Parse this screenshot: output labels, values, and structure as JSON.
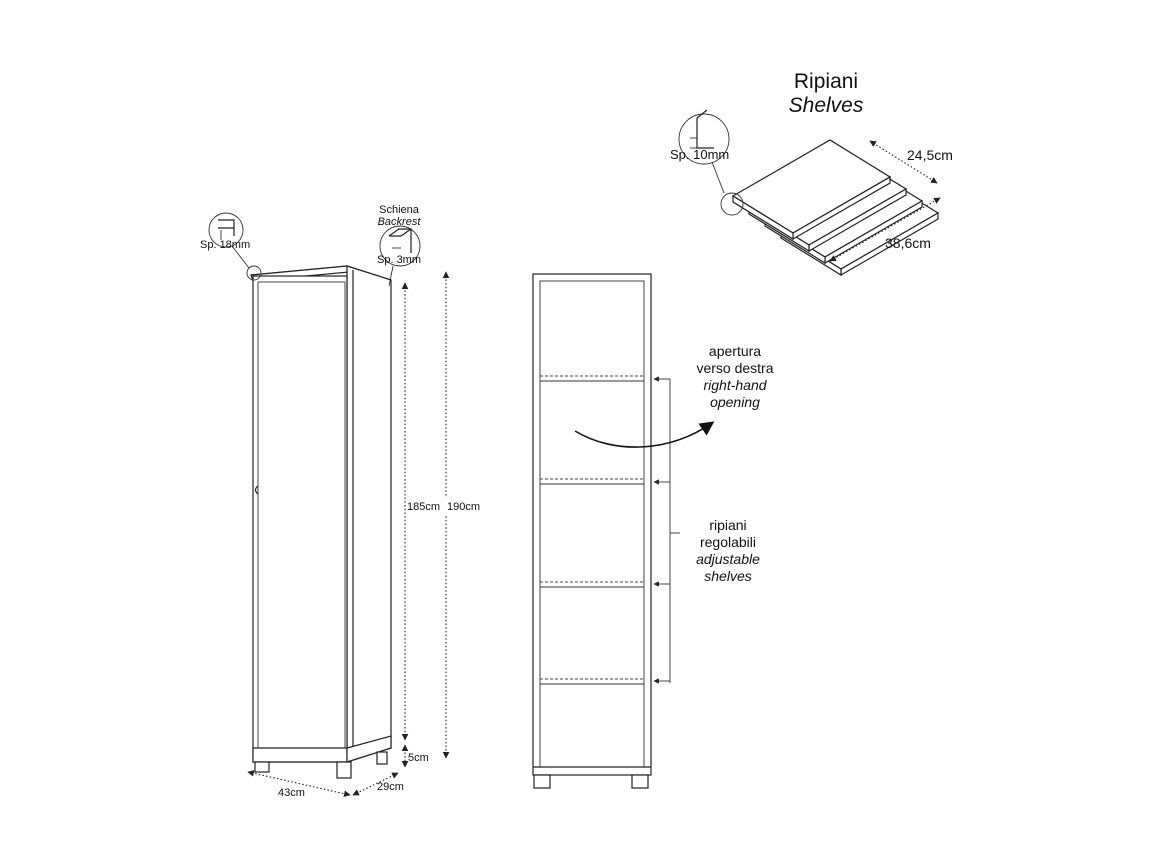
{
  "shelves": {
    "title": "Ripiani",
    "subtitle": "Shelves",
    "thickness": "Sp. 10mm",
    "depth": "24,5cm",
    "width": "38,6cm"
  },
  "cabinet": {
    "panel_thickness": "Sp. 18mm",
    "back_label": "Schiena",
    "back_label_en": "Backrest",
    "back_thickness": "Sp. 3mm",
    "height_body": "185cm",
    "height_total": "190cm",
    "foot_height": "5cm",
    "width": "43cm",
    "depth": "29cm"
  },
  "opening": {
    "line1": "apertura",
    "line2": "verso destra",
    "line3": "right-hand",
    "line4": "opening"
  },
  "adjustable": {
    "line1": "ripiani",
    "line2": "regolabili",
    "line3": "adjustable",
    "line4": "shelves"
  }
}
